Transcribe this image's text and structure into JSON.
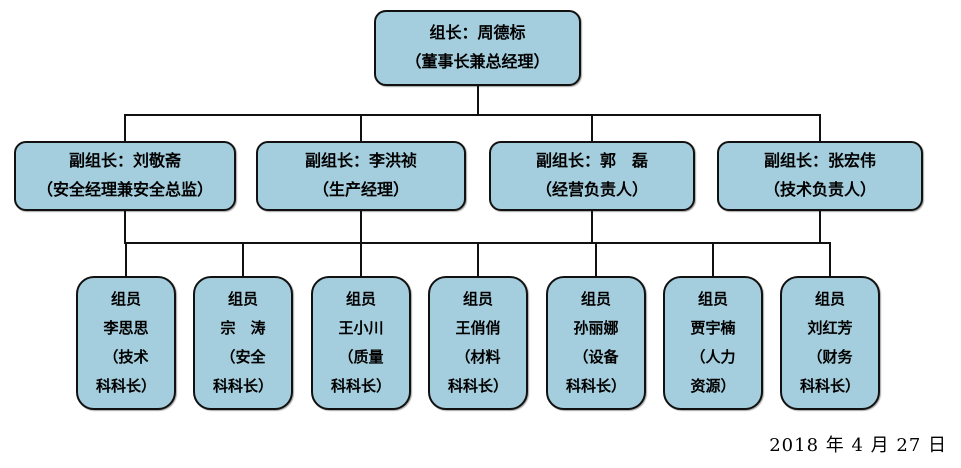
{
  "colors": {
    "box_fill": "#A4CEDD",
    "box_border": "#111111",
    "connector_line": "#111111",
    "text": "#000000",
    "background": "#FFFFFF"
  },
  "leader": {
    "line1": "组长：周德标",
    "line2": "（董事长兼总经理）"
  },
  "deputies": [
    {
      "line1": "副组长：刘敬斋",
      "line2": "（安全经理兼安全总监）"
    },
    {
      "line1": "副组长：李洪祯",
      "line2": "（生产经理）"
    },
    {
      "line1": "副组长：郭　磊",
      "line2": "（经营负责人）"
    },
    {
      "line1": "副组长：张宏伟",
      "line2": "（技术负责人）"
    }
  ],
  "members": [
    {
      "line1": "组员",
      "line2": "李思思",
      "line3": "（技术",
      "line4": "科科长）"
    },
    {
      "line1": "组员",
      "line2": "宗　涛",
      "line3": "（安全",
      "line4": "科科长）"
    },
    {
      "line1": "组员",
      "line2": "王小川",
      "line3": "（质量",
      "line4": "科科长）"
    },
    {
      "line1": "组员",
      "line2": "王俏俏",
      "line3": "（材料",
      "line4": "科科长）"
    },
    {
      "line1": "组员",
      "line2": "孙丽娜",
      "line3": "（设备",
      "line4": "科科长）"
    },
    {
      "line1": "组员",
      "line2": "贾宇楠",
      "line3": "（人力",
      "line4": "资源）"
    },
    {
      "line1": "组员",
      "line2": "刘红芳",
      "line3": "（财务",
      "line4": "科科长）"
    }
  ],
  "date": "2018 年 4 月 27 日"
}
